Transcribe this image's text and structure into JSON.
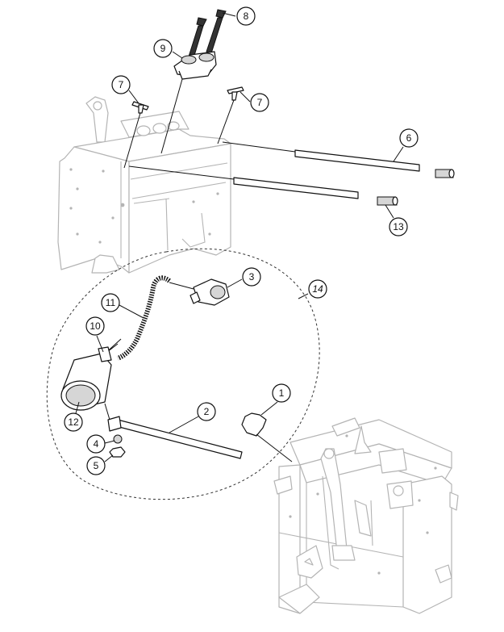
{
  "callouts": {
    "c1": "1",
    "c2": "2",
    "c3": "3",
    "c4": "4",
    "c5": "5",
    "c6": "6",
    "c7a": "7",
    "c7b": "7",
    "c8": "8",
    "c9": "9",
    "c10": "10",
    "c11": "11",
    "c12": "12",
    "c13": "13",
    "c14": "14"
  }
}
